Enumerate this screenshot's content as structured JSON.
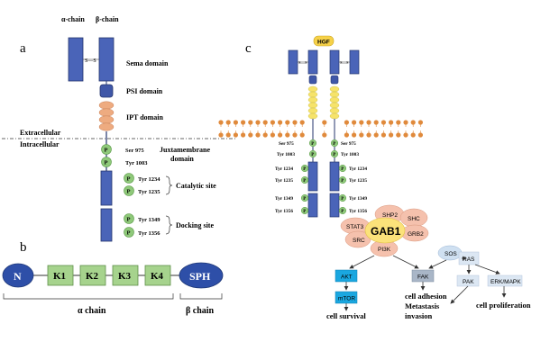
{
  "panel_labels": {
    "a": "a",
    "b": "b",
    "c": "c"
  },
  "colors": {
    "receptor_blue": "#4a64b8",
    "receptor_stroke": "#25356e",
    "ipt_orange": "#eeab80",
    "psi_blue": "#3f57a8",
    "phospho_green": "#8fc97a",
    "membrane_orange": "#e08a3c",
    "yellow_segment": "#f6e36a",
    "domain_green": "#a6d38d",
    "gab1_yellow": "#fbe27a",
    "pink_adaptor": "#f5c1ad",
    "pale_blue": "#cfe0f1",
    "akt_blue": "#1aa7e0",
    "fak_blue": "#a9b6c7"
  },
  "panel_a": {
    "alpha_chain": "α-chain",
    "beta_chain": "β-chain",
    "disulfide": "S—S",
    "sema": "Sema domain",
    "psi": "PSI domain",
    "ipt": "IPT domain",
    "extracellular": "Extracellular",
    "intracellular": "Intracellular",
    "juxtamembrane": "Juxtamembrane",
    "juxtamembrane2": "domain",
    "catalytic": "Catalytic site",
    "docking": "Docking site",
    "p": "P",
    "residues": [
      "Ser 975",
      "Tyr 1003",
      "Tyr 1234",
      "Tyr 1235",
      "Tyr 1349",
      "Tyr 1356"
    ]
  },
  "panel_b": {
    "n": "N",
    "k1": "K1",
    "k2": "K2",
    "k3": "K3",
    "k4": "K4",
    "sph": "SPH",
    "alpha": "α chain",
    "beta": "β chain"
  },
  "panel_c": {
    "hgf": "HGF",
    "disulfide": "S—S",
    "p": "P",
    "residues": [
      "Ser 975",
      "Tyr 1003",
      "Tyr 1234",
      "Tyr 1235",
      "Tyr 1349",
      "Tyr 1356"
    ],
    "gab1": "GAB1",
    "shp2": "SHP2",
    "shc": "SHC",
    "stat3": "STAT3",
    "src": "SRC",
    "grb2": "GRB2",
    "pi3k": "PI3K",
    "sos": "SOS",
    "ras": "RAS",
    "akt": "AKT",
    "mtor": "mTOR",
    "fak": "FAK",
    "pak": "PAK",
    "erk": "ERK/MAPK",
    "survival": "cell survival",
    "adhesion1": "cell adhesion",
    "adhesion2": "Metastasis",
    "adhesion3": "invasion",
    "proliferation": "cell proliferation"
  }
}
